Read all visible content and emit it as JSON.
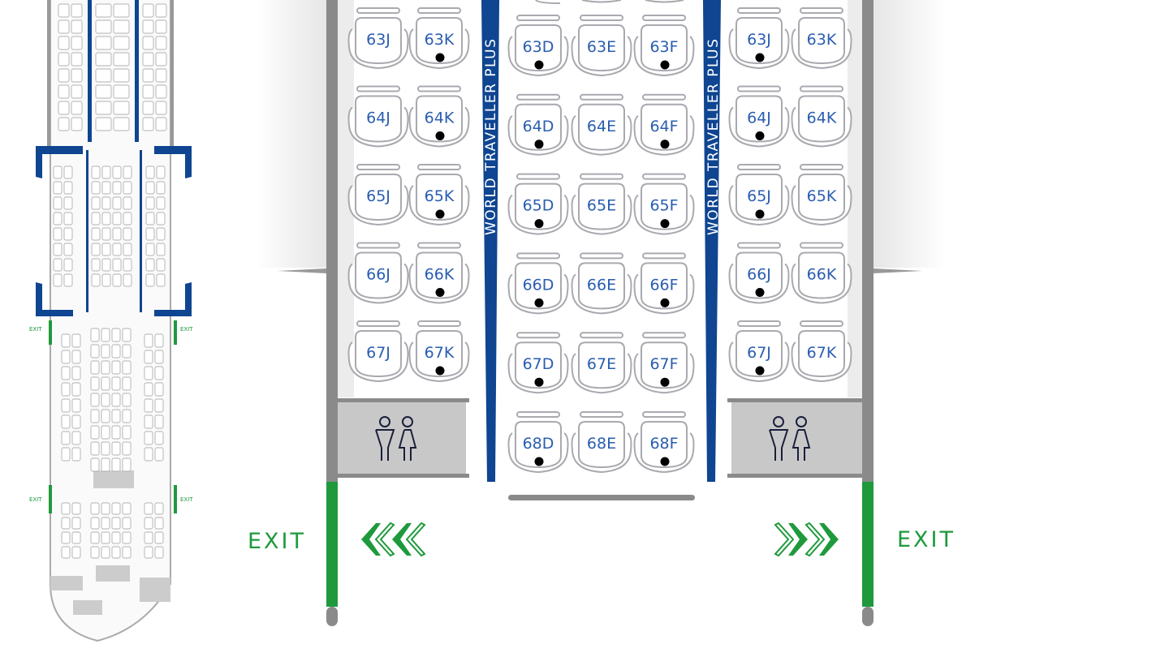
{
  "colors": {
    "seat_label": "#2a5db0",
    "band": "#0f4591",
    "exit": "#1e9a3c",
    "wall": "#8a8a8a",
    "lavatory": "#c8c8c8"
  },
  "cabin_label": "WORLD TRAVELLER PLUS",
  "exit_label": "EXIT",
  "blocks": [
    {
      "name": "left",
      "rows": [
        63,
        64,
        65,
        66,
        67
      ],
      "columns": [
        {
          "letter": "J",
          "dot": false
        },
        {
          "letter": "K",
          "dot": true
        }
      ]
    },
    {
      "name": "center",
      "rows": [
        63,
        64,
        65,
        66,
        67,
        68
      ],
      "columns": [
        {
          "letter": "D",
          "dot": true
        },
        {
          "letter": "E",
          "dot": false
        },
        {
          "letter": "F",
          "dot": true
        }
      ]
    },
    {
      "name": "right",
      "rows": [
        63,
        64,
        65,
        66,
        67
      ],
      "columns": [
        {
          "letter": "J",
          "dot": true
        },
        {
          "letter": "K",
          "dot": false
        }
      ]
    }
  ],
  "icons": {
    "lavatory": "restroom-icon",
    "exit_arrows": "chevron-arrows-icon",
    "overview": "aircraft-minimap"
  }
}
